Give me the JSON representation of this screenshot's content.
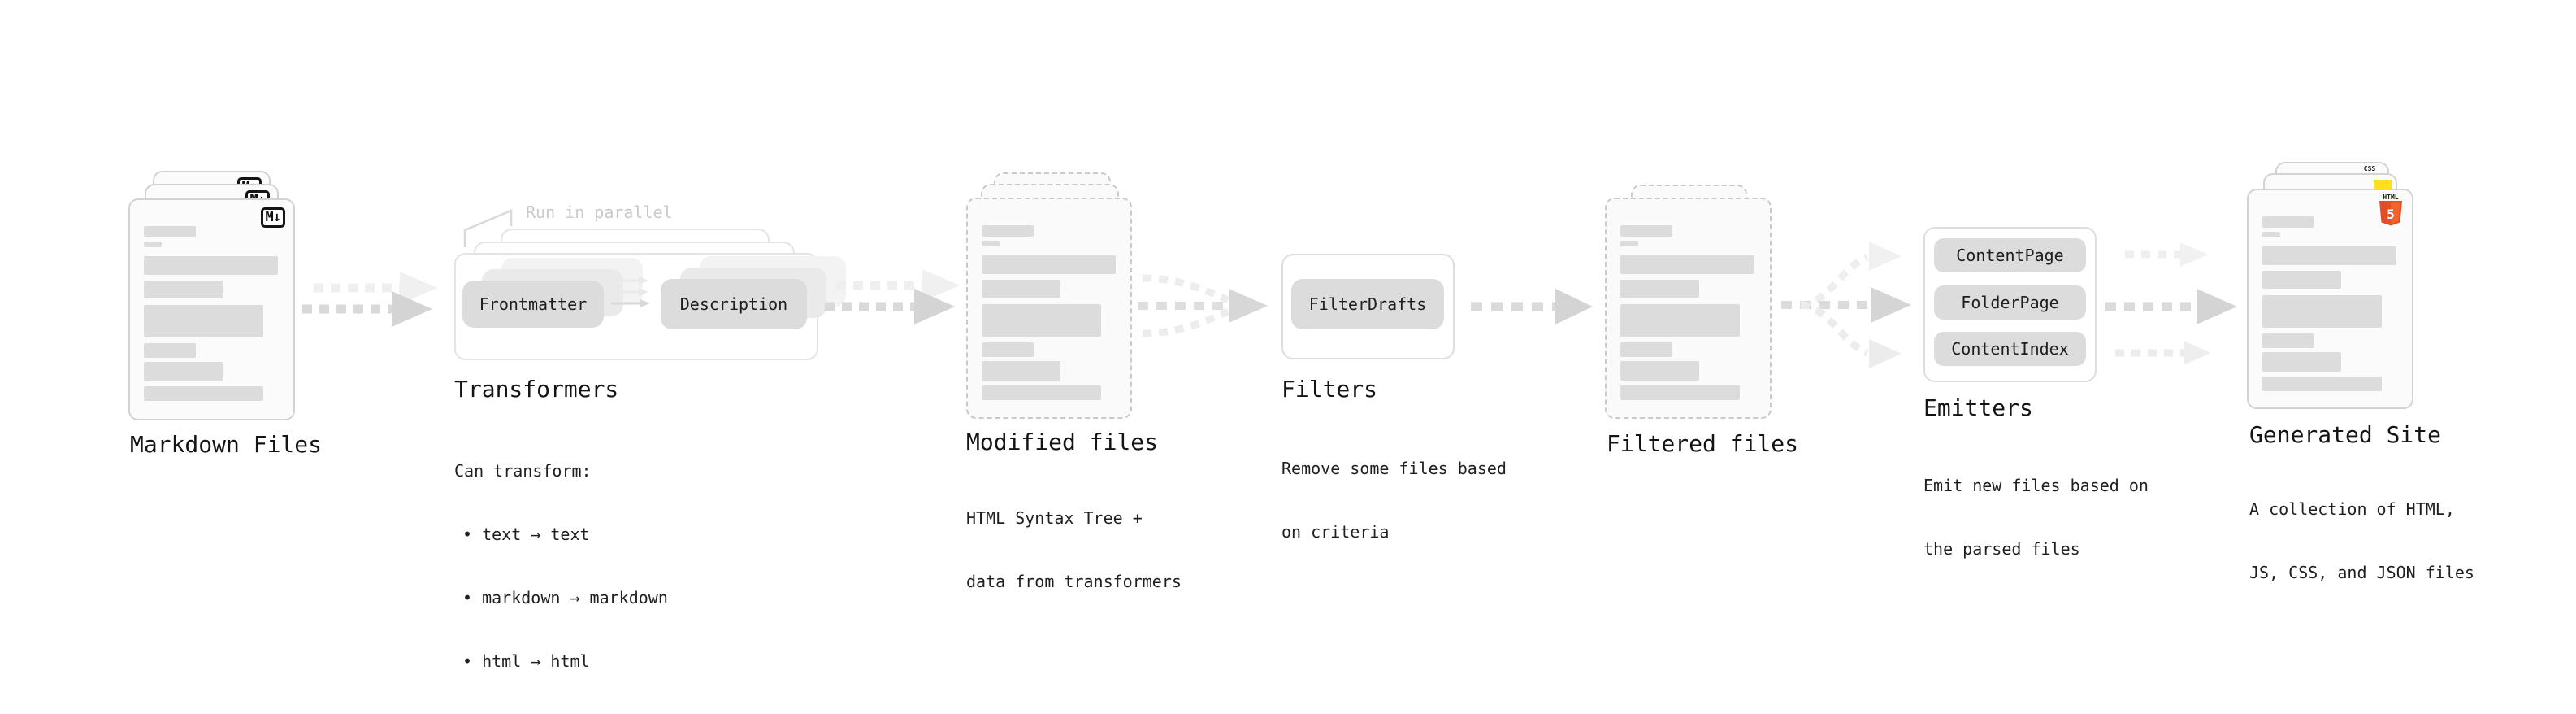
{
  "stages": [
    {
      "name": "markdown-files",
      "label": "Markdown Files",
      "badge": "M↓"
    },
    {
      "name": "transformers",
      "label": "Transformers",
      "annotation": "Run in parallel",
      "pills": [
        "Frontmatter",
        "Description"
      ],
      "desc": [
        "Can transform:",
        "• text → text",
        "• markdown → markdown",
        "• html → html"
      ]
    },
    {
      "name": "modified-files",
      "label": "Modified files",
      "desc": [
        "HTML Syntax Tree +",
        "data from transformers"
      ]
    },
    {
      "name": "filters",
      "label": "Filters",
      "pills": [
        "FilterDrafts"
      ],
      "desc": [
        "Remove some files based",
        "on criteria"
      ]
    },
    {
      "name": "filtered-files",
      "label": "Filtered files"
    },
    {
      "name": "emitters",
      "label": "Emitters",
      "pills": [
        "ContentPage",
        "FolderPage",
        "ContentIndex"
      ],
      "desc": [
        "Emit new files based on",
        "the parsed files"
      ]
    },
    {
      "name": "generated-site",
      "label": "Generated Site",
      "badges": {
        "html_label": "HTML",
        "html_number": "5",
        "css_label": "CSS"
      },
      "desc": [
        "A collection of HTML,",
        "JS, CSS, and JSON files"
      ]
    }
  ],
  "colors": {
    "html5_orange": "#e44d26",
    "html5_orange_light": "#f16529",
    "js_yellow": "#ffdf1e",
    "css_blue": "#2d6ee0",
    "pill_gray": "#dcdcdc",
    "bar_gray": "#dcdcdc",
    "arrow_gray": "#d9d9d9"
  }
}
